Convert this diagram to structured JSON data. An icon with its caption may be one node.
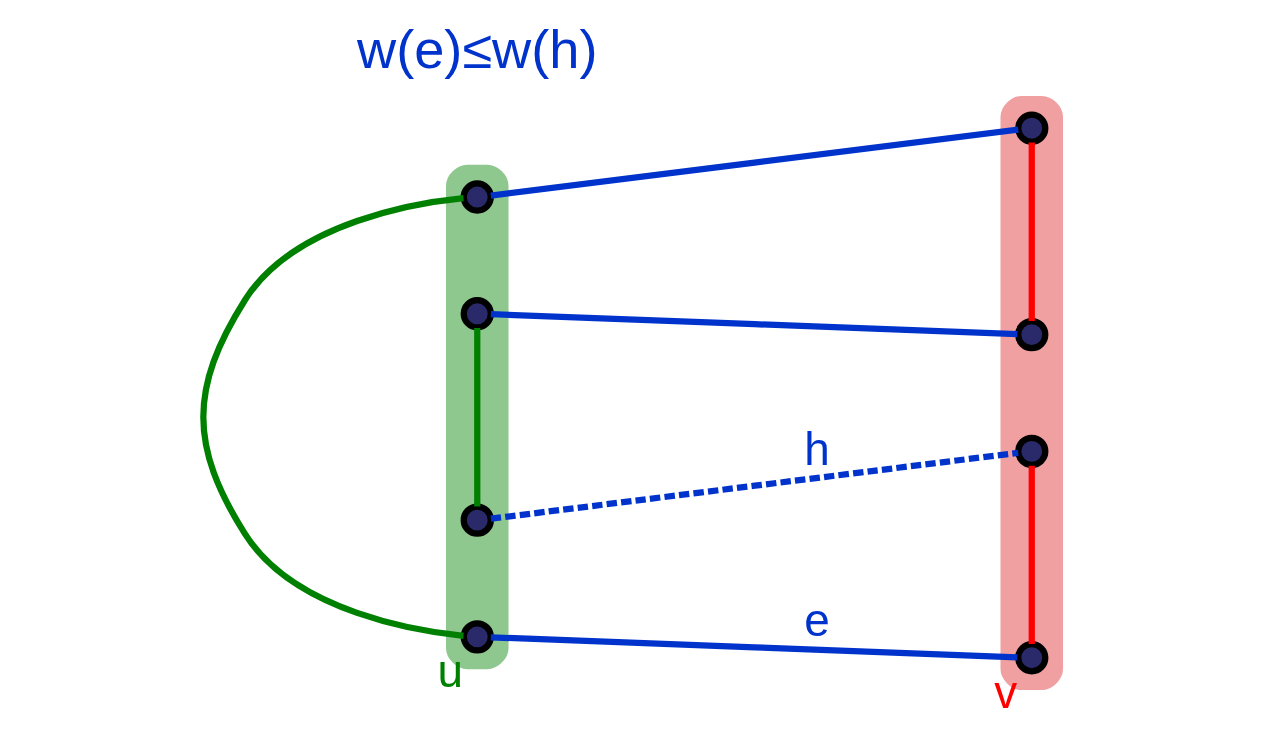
{
  "diagram": {
    "nodes": [
      {
        "text": [],
        "shape": "ellipse"
      },
      {
        "text": [],
        "shape": "ellipse"
      },
      {
        "text": [],
        "shape": "circle",
        "in": 0
      },
      {
        "text": [],
        "shape": "circle",
        "in": 0
      },
      {
        "text": [],
        "shape": "circle",
        "in": 0
      },
      {
        "text": [],
        "shape": "circle",
        "in": 0,
        "beside": [
          "u"
        ]
      },
      {
        "text": [],
        "shape": "circle",
        "in": 1
      },
      {
        "text": [],
        "shape": "circle",
        "in": 1
      },
      {
        "text": [],
        "shape": "circle",
        "in": 1
      },
      {
        "text": [],
        "shape": "circle",
        "in": 1,
        "beside": [
          "v"
        ]
      }
    ],
    "edges": [
      {
        "from": 2,
        "to": 6,
        "arrow": "none"
      },
      {
        "from": 3,
        "to": 7,
        "arrow": "none"
      },
      {
        "from": 4,
        "to": 8,
        "arrow": "none",
        "label": "h",
        "style": "dashed"
      },
      {
        "from": 5,
        "to": 9,
        "arrow": "none",
        "label": "e"
      },
      {
        "from": 2,
        "to": 5,
        "arrow": "none",
        "color": "#008000"
      },
      {
        "from": 3,
        "to": 4,
        "arrow": "none",
        "color": "#008000"
      },
      {
        "from": 6,
        "to": 7,
        "arrow": "none",
        "color": "#ff0000"
      },
      {
        "from": 8,
        "to": 9,
        "arrow": "none",
        "color": "#ff0000"
      }
    ],
    "labels": [
      "w(e)≤w(h)"
    ]
  }
}
